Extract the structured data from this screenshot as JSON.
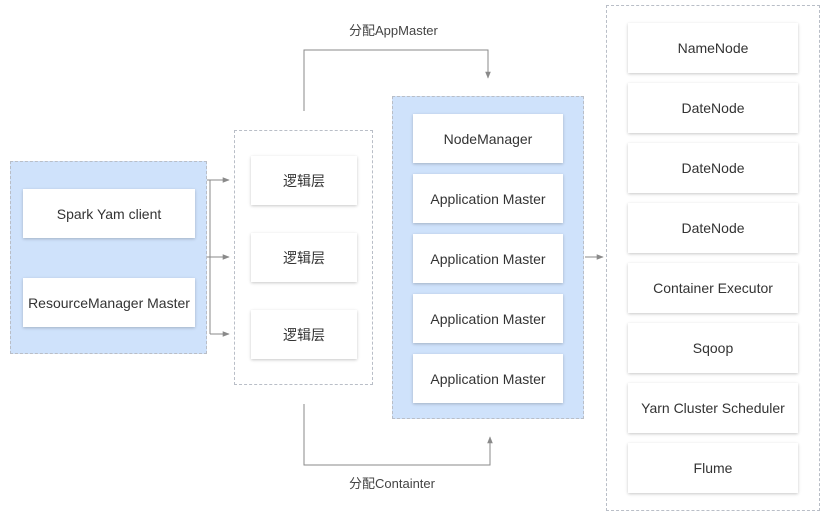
{
  "colors": {
    "group_blue": "#cfe2fb",
    "dashed_border": "#b9bec7",
    "arrow": "#8a8a8a"
  },
  "client_group": {
    "items": [
      "Spark Yam client",
      "ResourceManager Master"
    ]
  },
  "logic_group": {
    "items": [
      "逻辑层",
      "逻辑层",
      "逻辑层"
    ]
  },
  "node_group": {
    "items": [
      "NodeManager",
      "Application Master",
      "Application Master",
      "Application Master",
      "Application Master"
    ]
  },
  "service_group": {
    "items": [
      "NameNode",
      "DateNode",
      "DateNode",
      "DateNode",
      "Container Executor",
      "Sqoop",
      "Yarn Cluster Scheduler",
      "Flume"
    ]
  },
  "labels": {
    "top": "分配AppMaster",
    "bottom": "分配Containter"
  }
}
